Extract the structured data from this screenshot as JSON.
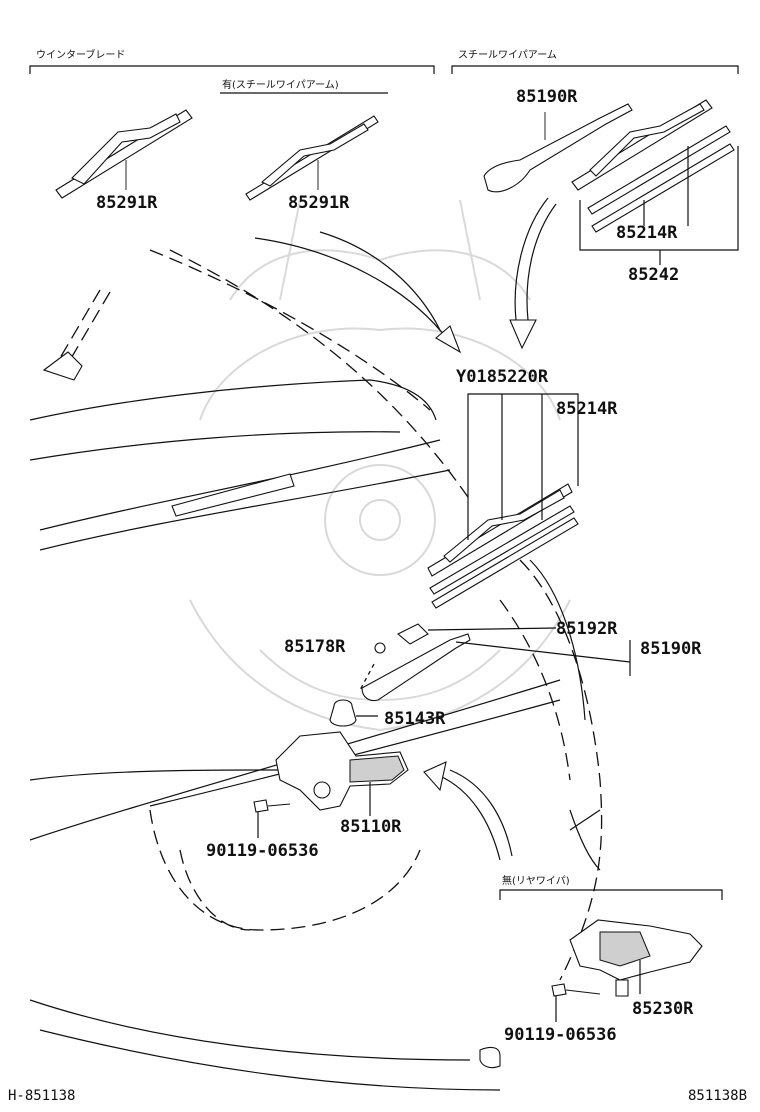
{
  "headers": {
    "winter_blade": "ウインターブレード",
    "steel_wiper_arm": "スチールワイパアーム",
    "with_steel_arm": "有(スチールワイパアーム)",
    "without_rear_wiper": "無(リヤワイパ)"
  },
  "parts": {
    "p85291r_a": "85291R",
    "p85291r_b": "85291R",
    "p85190r_top": "85190R",
    "p85214r_top": "85214R",
    "p85242": "85242",
    "y0185220r": "Y0185220R",
    "p85214r_mid": "85214R",
    "p85192r": "85192R",
    "p85178r": "85178R",
    "p85190r_mid": "85190R",
    "p85143r": "85143R",
    "p85110r": "85110R",
    "bolt_a": "90119-06536",
    "p85230r": "85230R",
    "bolt_b": "90119-06536"
  },
  "footer": {
    "left_code": "H-851138",
    "right_code": "851138B"
  }
}
